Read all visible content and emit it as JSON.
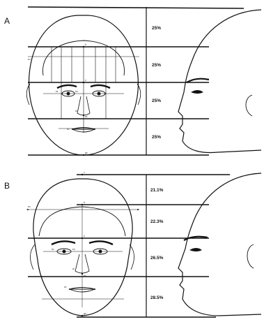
{
  "panels": [
    {
      "label": "A",
      "sections": [
        "25%",
        "25%",
        "25%",
        "25%"
      ],
      "points": [
        "tr",
        "n",
        "sn",
        "gn",
        "eu",
        "ex",
        "en",
        "al",
        "ch"
      ]
    },
    {
      "label": "B",
      "sections": [
        "21.1%",
        "22.3%",
        "26.5%",
        "28.5%"
      ],
      "points": [
        "v",
        "tr",
        "n",
        "sn",
        "gn",
        "eu",
        "ex",
        "en",
        "al",
        "ch"
      ]
    }
  ],
  "colors": {
    "ink": "#111111",
    "paper": "#ffffff"
  }
}
